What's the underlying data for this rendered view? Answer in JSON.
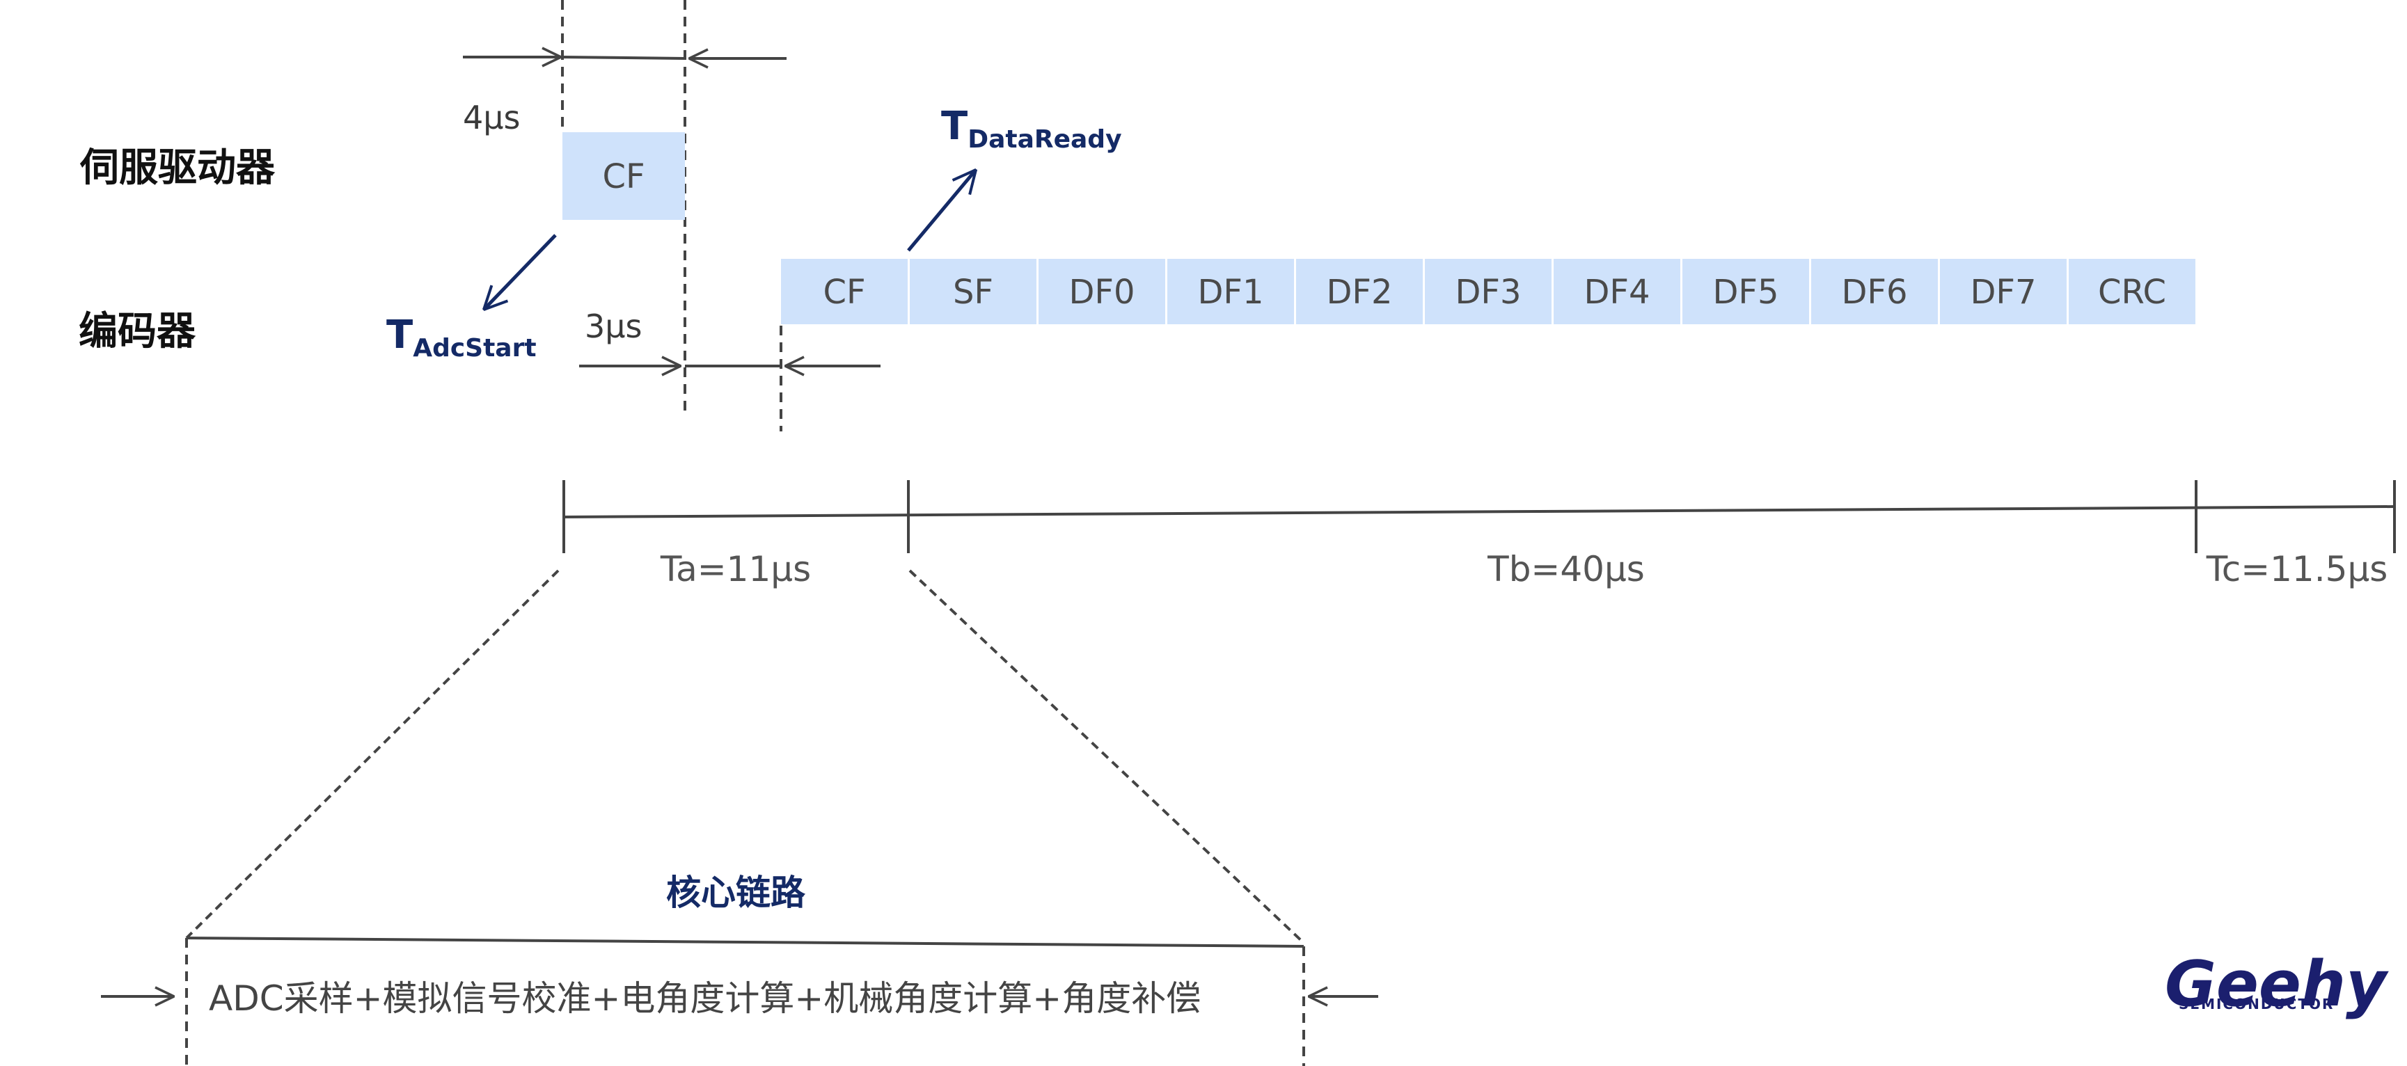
{
  "rows": {
    "servo": "伺服驱动器",
    "encoder": "编码器"
  },
  "servo_frame": "CF",
  "encoder_frames": [
    "CF",
    "SF",
    "DF0",
    "DF1",
    "DF2",
    "DF3",
    "DF4",
    "DF5",
    "DF6",
    "DF7",
    "CRC"
  ],
  "dimensions": {
    "servo_gap": "4μs",
    "encoder_gap": "3μs"
  },
  "timing_labels": {
    "adc_start_main": "T",
    "adc_start_sub": "AdcStart",
    "data_ready_main": "T",
    "data_ready_sub": "DataReady"
  },
  "segments": {
    "ta": "Ta=11μs",
    "tb": "Tb=40μs",
    "tc": "Tc=11.5μs"
  },
  "core": {
    "title": "核心链路",
    "text": "ADC采样+模拟信号校准+电角度计算+机械角度计算+角度补偿"
  },
  "logo": {
    "name": "Geehy",
    "tagline": "SEMICONDUCTOR"
  },
  "colors": {
    "frame_fill": "#cfe2fb",
    "arrow_navy": "#142a66",
    "line_gray": "#444444"
  }
}
